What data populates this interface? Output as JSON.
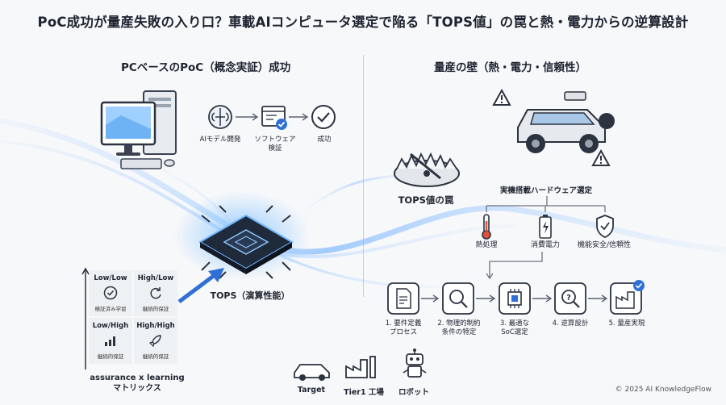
{
  "title": "PoC成功が量産失敗の入り口？車載AIコンピュータ選定で陥る「TOPS値」の罠と熱・電力からの逆算設計",
  "left": {
    "heading": "PCベースのPoC（概念実証）成功",
    "steps": [
      "AIモデル開発",
      "ソフトウェア\n検証",
      "成功"
    ],
    "chip_label": "TOPS（演算性能）"
  },
  "matrix": {
    "cells": [
      {
        "header": "Low/Low",
        "sub": "検証済み学習",
        "icon": "check-circle-icon"
      },
      {
        "header": "High/Low",
        "sub": "継続的保証",
        "icon": "refresh-icon"
      },
      {
        "header": "Low/High",
        "sub": "継続的保証",
        "icon": "bar-chart-icon"
      },
      {
        "header": "High/High",
        "sub": "継続的保証",
        "icon": "rocket-icon"
      }
    ],
    "caption_line1": "assurance x learning",
    "caption_line2": "マトリックス"
  },
  "right": {
    "heading": "量産の壁（熱・電力・信頼性）",
    "trap_label": "TOPS値の罠",
    "selection_label": "実機搭載ハードウェア選定",
    "constraints": [
      "熱処理",
      "消費電力",
      "機能安全/信頼性"
    ],
    "process": [
      "1. 要件定義\nプロセス",
      "2. 物理的制約\n条件の特定",
      "3. 最適な\nSoC選定",
      "4. 逆算設計",
      "5. 量産実現"
    ]
  },
  "applications": [
    "Target",
    "Tier1 工場",
    "ロボット"
  ],
  "footer": "© 2025 AI KnowledgeFlow",
  "colors": {
    "accent": "#2f6fd6",
    "chip": "#1f2a3a",
    "glow": "#6fb4ff"
  }
}
